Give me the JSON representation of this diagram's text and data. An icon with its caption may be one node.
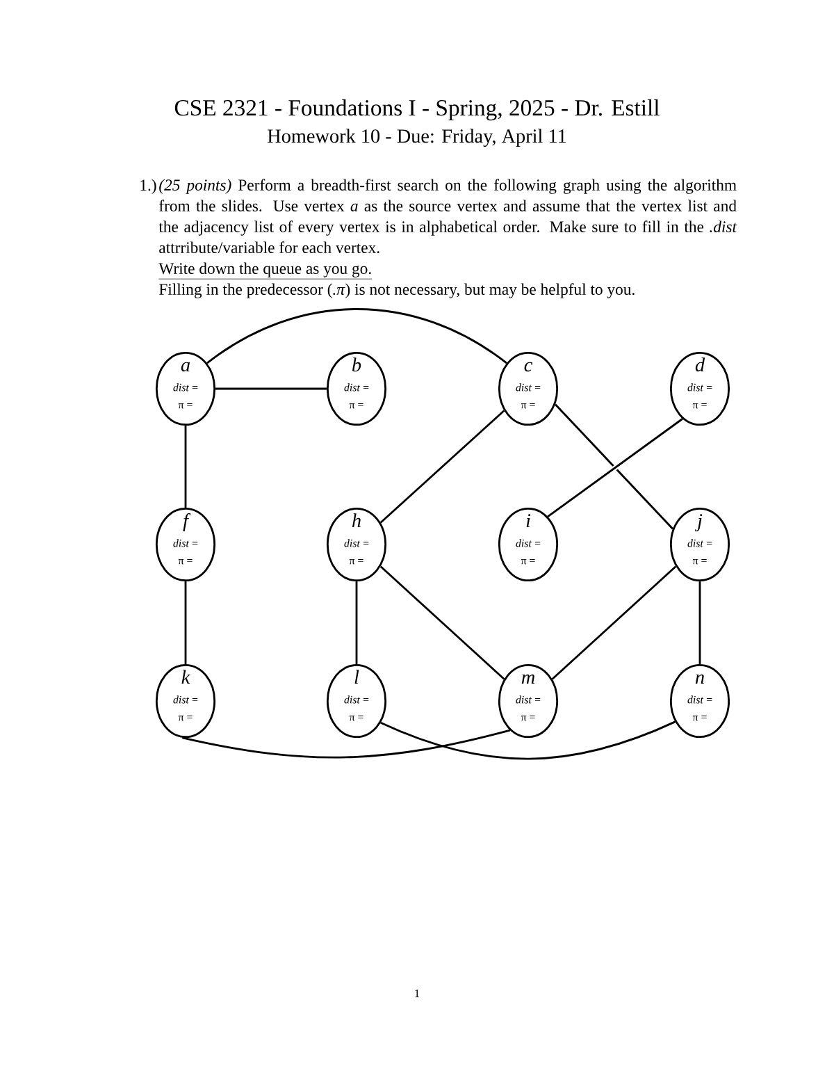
{
  "diagram": {
    "title": "CSE 2321 - Foundations I - Spring, 2025 - Dr. Estill",
    "nodes": [
      {
        "text": [
          "a",
          "*dist* =",
          "π ="
        ]
      },
      {
        "text": [
          "b",
          "*dist* =",
          "π ="
        ]
      },
      {
        "text": [
          "c",
          "*dist* =",
          "π ="
        ]
      },
      {
        "text": [
          "d",
          "*dist* =",
          "π ="
        ]
      },
      {
        "text": [
          "f",
          "*dist* =",
          "π ="
        ]
      },
      {
        "text": [
          "h",
          "*dist* =",
          "π ="
        ]
      },
      {
        "text": [
          "i",
          "*dist* =",
          "π ="
        ]
      },
      {
        "text": [
          "j",
          "*dist* =",
          "π ="
        ]
      },
      {
        "text": [
          "k",
          "*dist* =",
          "π ="
        ]
      },
      {
        "text": [
          "l",
          "*dist* =",
          "π ="
        ]
      },
      {
        "text": [
          "m",
          "*dist* =",
          "π ="
        ]
      },
      {
        "text": [
          "n",
          "*dist* =",
          "π ="
        ]
      }
    ],
    "edges": [
      {
        "from": 0,
        "to": 1,
        "arrow": "none"
      },
      {
        "from": 0,
        "to": 2,
        "arrow": "none"
      },
      {
        "from": 0,
        "to": 4,
        "arrow": "none"
      },
      {
        "from": 2,
        "to": 5,
        "arrow": "none"
      },
      {
        "from": 2,
        "to": 7,
        "arrow": "none"
      },
      {
        "from": 3,
        "to": 6,
        "arrow": "none"
      },
      {
        "from": 4,
        "to": 8,
        "arrow": "none"
      },
      {
        "from": 5,
        "to": 9,
        "arrow": "none"
      },
      {
        "from": 5,
        "to": 10,
        "arrow": "none"
      },
      {
        "from": 7,
        "to": 10,
        "arrow": "none"
      },
      {
        "from": 7,
        "to": 11,
        "arrow": "none"
      },
      {
        "from": 8,
        "to": 10,
        "arrow": "none"
      },
      {
        "from": 9,
        "to": 11,
        "arrow": "none"
      }
    ],
    "labels": [
      "Homework 10 - Due: Friday, April 11",
      "1.)",
      "*(25 points)* Perform a breadth-first search on the following graph using the algorithm from the slides. Use vertex *a* as the source vertex and assume that the vertex list and the adjacency list of every vertex is in alphabetical order. Make sure to fill in the *.dist* attrribute/variable for each vertex.",
      "Write down the queue as you go.",
      "Filling in the predecessor (*.π*) is not necessary, but may be helpful to you.",
      "1"
    ]
  }
}
